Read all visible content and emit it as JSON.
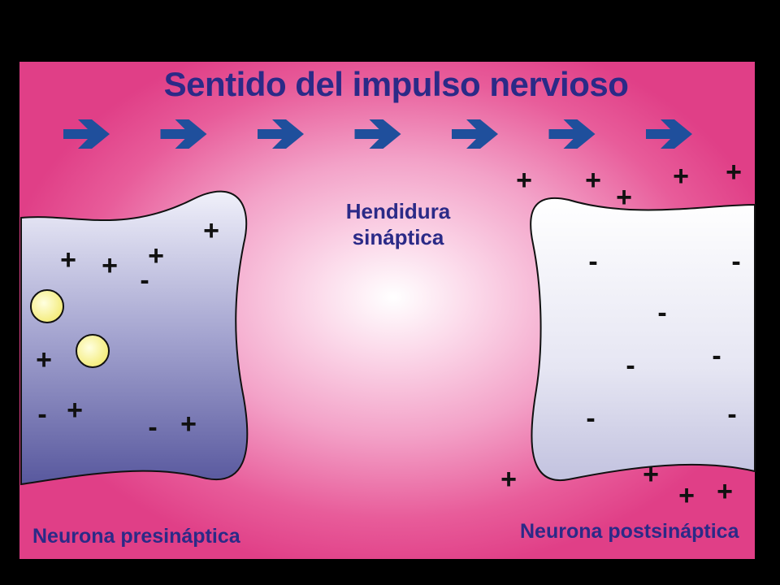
{
  "title": "Sentido del impulso nervioso",
  "cleft_label": [
    "Hendidura",
    "sináptica"
  ],
  "pre_label": "Neurona presináptica",
  "post_label": "Neurona postsináptica",
  "arrow_count": 7,
  "plus_symbol": "+",
  "minus_symbol": "-",
  "colors": {
    "background": "#000000",
    "panel_pink": "#e03f87",
    "panel_center": "#ffffff",
    "text_blue": "#2b2a87",
    "arrow_blue": "#1f4f9c",
    "pre_neuron_top": "#e8e8f6",
    "pre_neuron_bottom": "#58589e",
    "post_neuron_top": "#ffffff",
    "post_neuron_bottom": "#c4c4e0",
    "vesicle": "#fbf596"
  }
}
